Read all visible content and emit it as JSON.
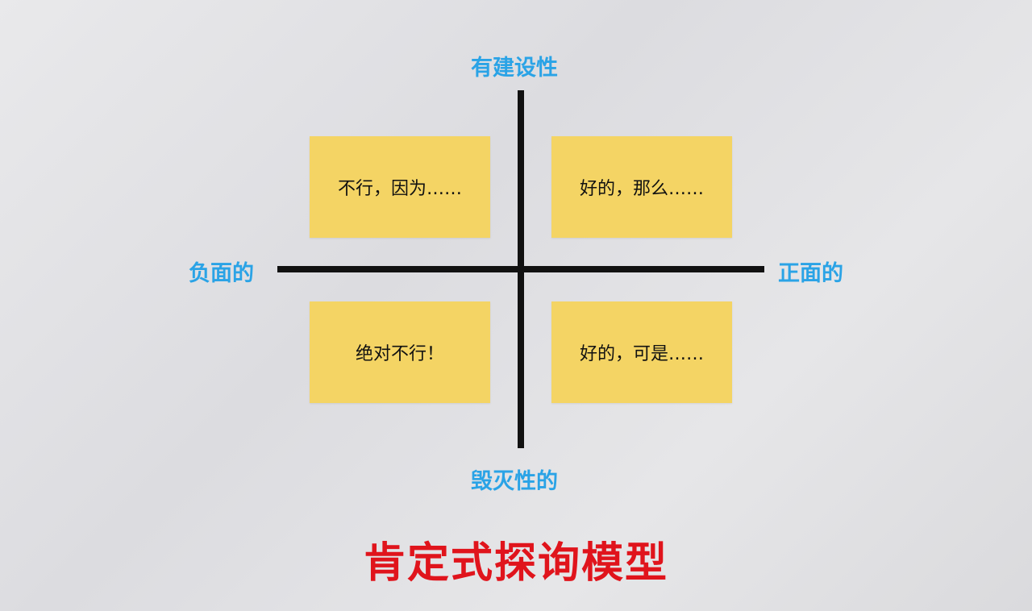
{
  "axes": {
    "top": "有建设性",
    "bottom": "毁灭性的",
    "left": "负面的",
    "right": "正面的"
  },
  "quadrants": {
    "top_left": "不行，因为……",
    "top_right": "好的，那么……",
    "bottom_left": "绝对不行！",
    "bottom_right": "好的，可是……"
  },
  "title": "肯定式探询模型",
  "colors": {
    "axis_label": "#2aa3e6",
    "card": "#f4d464",
    "title": "#e0141c",
    "lines": "#111111"
  }
}
